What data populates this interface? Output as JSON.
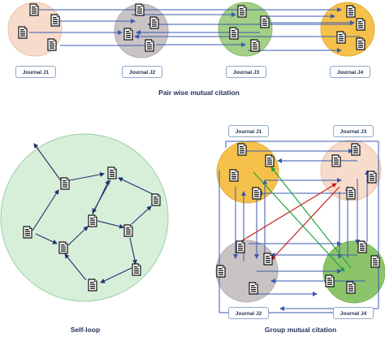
{
  "panels": {
    "pairwise": {
      "caption": "Pair wise mutual citation",
      "journals": [
        "Journal J1",
        "Journal J2",
        "Journal J3",
        "Journal J4"
      ]
    },
    "self_loop": {
      "caption": "Self-loop"
    },
    "group": {
      "caption": "Group mutual citation",
      "journals": [
        "Journal J1",
        "Journal J3",
        "Journal J2",
        "Journal J4"
      ]
    }
  },
  "colors": {
    "j1_fill": "#f8dccb",
    "j2_fill": "#c9c3c4",
    "j3_fill": "#a3cf86",
    "j4_fill": "#f5c14a",
    "self_loop_fill": "#d7efd9",
    "group_tl_fill": "#f5c14a",
    "group_tr_fill": "#f8dccb",
    "group_bl_fill": "#c9c3c4",
    "group_br_fill": "#8cc46b",
    "arrow_blue": "#3a5ab0",
    "arrow_navy": "#23306e",
    "arrow_red": "#c62020",
    "arrow_green": "#27a040"
  },
  "icons": {
    "document": "document-icon"
  }
}
